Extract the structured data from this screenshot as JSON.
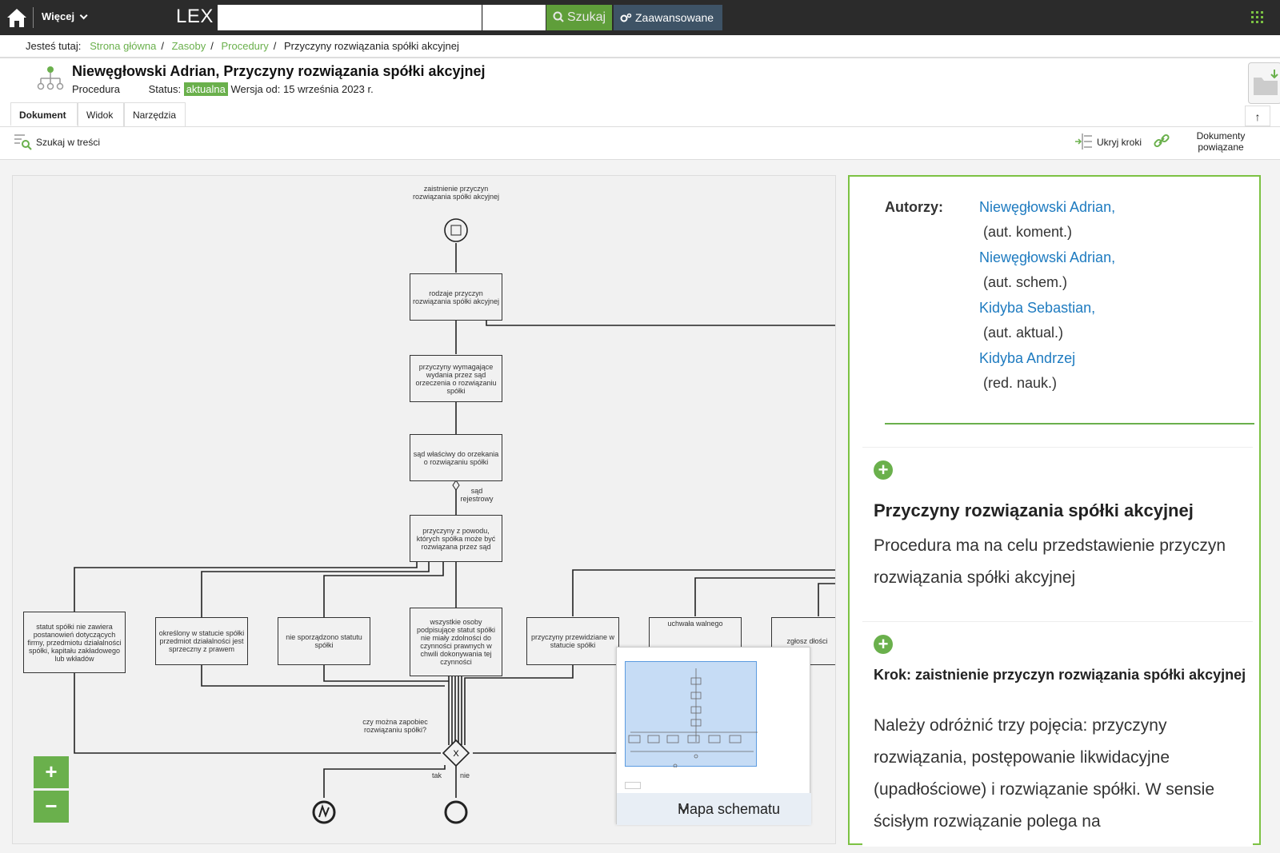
{
  "topbar": {
    "more_label": "Więcej",
    "logo": "LEX",
    "search_button": "Szukaj",
    "advanced_button": "Zaawansowane",
    "search_placeholder": ""
  },
  "breadcrumb": {
    "prefix": "Jesteś tutaj:",
    "items": [
      "Strona główna",
      "Zasoby",
      "Procedury"
    ],
    "current": "Przyczyny rozwiązania spółki akcyjnej"
  },
  "header": {
    "title": "Niewęgłowski Adrian, Przyczyny rozwiązania spółki akcyjnej",
    "type": "Procedura",
    "status_label": "Status:",
    "status_value": "aktualna",
    "version": "Wersja od: 15 września 2023 r."
  },
  "tabs": [
    "Dokument",
    "Widok",
    "Narzędzia"
  ],
  "toolbar": {
    "find": "Szukaj w treści",
    "hide_steps": "Ukryj kroki",
    "related_line1": "Dokumenty",
    "related_line2": "powiązane"
  },
  "diagram": {
    "start": "zaistnienie przyczyn rozwiązania spółki akcyjnej",
    "n1": "rodzaje przyczyn rozwiązania spółki akcyjnej",
    "n2": "przyczyny wymagające wydania przez sąd orzeczenia o rozwiązaniu spółki",
    "n3": "sąd właściwy do orzekania o rozwiązaniu spółki",
    "edge_label": "sąd rejestrowy",
    "n4": "przyczyny z powodu, których spółka może być rozwiązana przez sąd",
    "b1": "statut spółki nie zawiera postanowień dotyczących firmy, przedmiotu działalności spółki, kapitału zakładowego lub wkładów",
    "b2": "określony w statucie spółki przedmiot działalności jest sprzeczny z prawem",
    "b3": "nie sporządzono statutu spółki",
    "b4": "wszystkie osoby podpisujące statut spółki nie miały zdolności do czynności prawnych w chwili dokonywania tej czynności",
    "b5": "przyczyny przewidziane w statucie spółki",
    "b6": "uchwała walnego",
    "b7": "zgłosz dłości",
    "gateway": "czy można zapobiec rozwiązaniu spółki?",
    "yes": "tak",
    "no": "nie",
    "minimap_label": "Mapa schematu",
    "zoom_in": "+",
    "zoom_out": "−"
  },
  "panel": {
    "authors_label": "Autorzy:",
    "authors": [
      {
        "name": "Niewęgłowski Adrian,",
        "role": "(aut. koment.)"
      },
      {
        "name": "Niewęgłowski Adrian,",
        "role": "(aut. schem.)"
      },
      {
        "name": "Kidyba Sebastian,",
        "role": "(aut. aktual.)"
      },
      {
        "name": "Kidyba Andrzej",
        "role": "(red. nauk.)"
      }
    ],
    "card1_title": "Przyczyny rozwiązania spółki akcyjnej",
    "card1_text": "Procedura ma na celu przedstawienie przyczyn rozwiązania spółki akcyjnej",
    "card2_title": "Krok: zaistnienie przyczyn rozwiązania spółki akcyjnej",
    "card2_text": "Należy odróżnić trzy pojęcia: przyczyny rozwiązania, postępowanie likwidacyjne (upadłościowe) i rozwiązanie spółki. W sensie ścisłym rozwiązanie polega na"
  },
  "colors": {
    "green": "#6ab04c",
    "link_blue": "#1e7bc0",
    "topbar": "#2b2b2b"
  }
}
